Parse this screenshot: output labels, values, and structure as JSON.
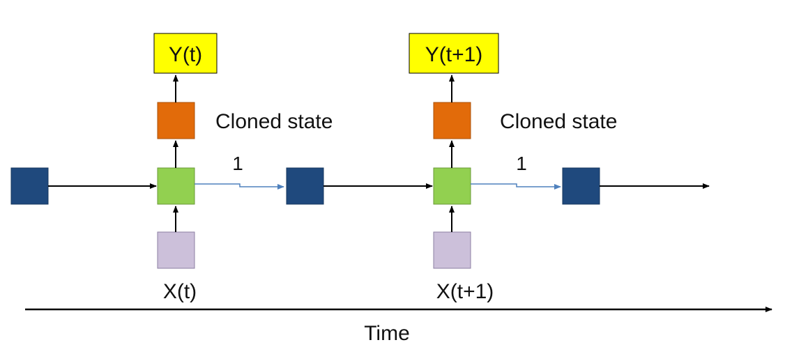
{
  "diagram": {
    "outputs": [
      "Y(t)",
      "Y(t+1)"
    ],
    "inputs": [
      "X(t)",
      "X(t+1)"
    ],
    "state_labels": [
      "Cloned state",
      "Cloned state"
    ],
    "weights": [
      "1",
      "1"
    ],
    "time_axis_label": "Time",
    "colors": {
      "output_box": "#ffff00",
      "cloned_state_box": "#e26b0a",
      "hidden_node": "#92d050",
      "context_node": "#1f497d",
      "input_box": "#ccc0da",
      "black_arrow": "#000000",
      "blue_arrow": "#4f81bd"
    }
  }
}
